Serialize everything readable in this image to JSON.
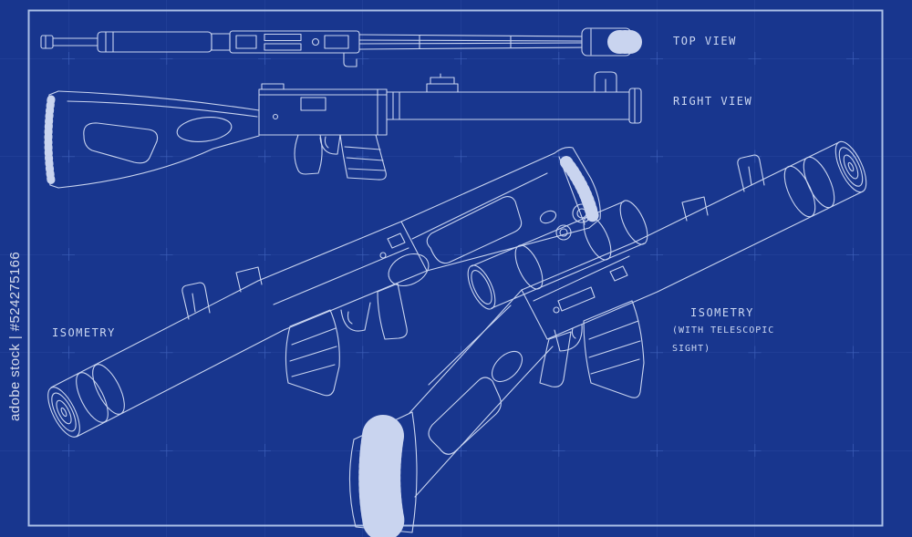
{
  "page": {
    "colors": {
      "bg": "#18368e",
      "grid": "#27479f",
      "plus": "#3f61bb",
      "frame": "#aabfe6",
      "line": "#c9d4ef",
      "label": "#ccd8f2",
      "watermark": "rgba(255,255,255,0.82)"
    }
  },
  "labels": {
    "top_view": "TOP VIEW",
    "right_view": "RIGHT VIEW",
    "isometry": "ISOMETRY",
    "isometry_scope": {
      "line1": "ISOMETRY",
      "line2": "(WITH TELESCOPIC",
      "line3": "SIGHT)"
    }
  },
  "watermark": {
    "text": "adobe stock | #524275166"
  }
}
